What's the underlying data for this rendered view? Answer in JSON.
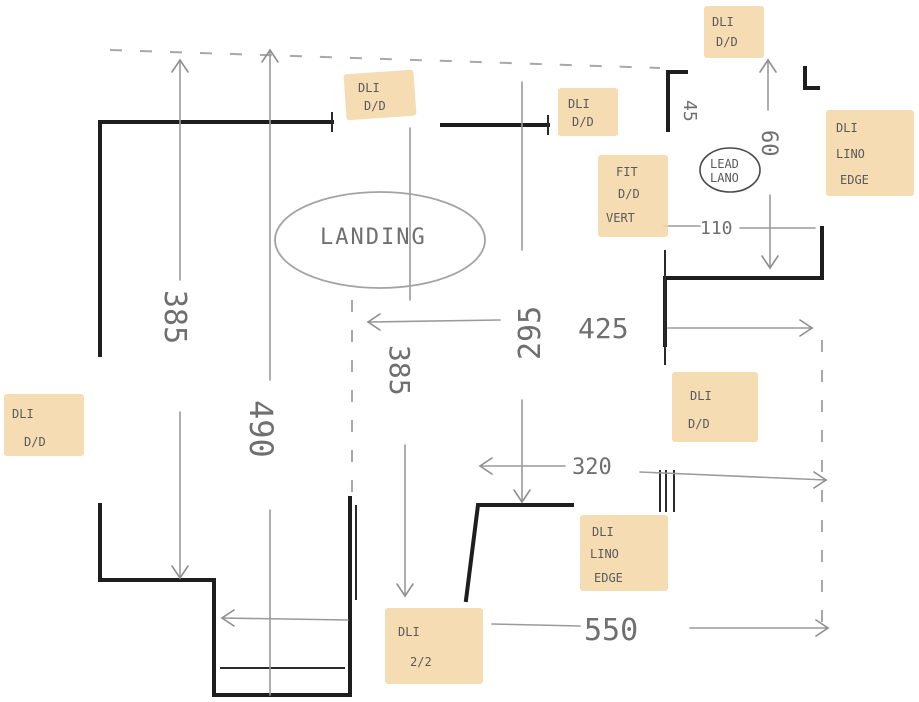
{
  "room_label": "LANDING",
  "dimensions": {
    "d385_left": "385",
    "d490": "490",
    "d385_center": "385",
    "d295": "295",
    "d425": "425",
    "d320": "320",
    "d550": "550",
    "d110": "110",
    "d45": "45",
    "d60": "60"
  },
  "notes": {
    "note_top_center": [
      "DLI",
      "D/D"
    ],
    "note_top_mid": [
      "DLI",
      "D/D"
    ],
    "note_top_right": [
      "DLI",
      "D/D"
    ],
    "note_right_edge": [
      "DLI",
      "LINO",
      "EDGE"
    ],
    "note_fit": [
      "FIT",
      "D/D",
      "VERT"
    ],
    "note_left": [
      "DLI",
      "D/D"
    ],
    "note_mid_right": [
      "DLI",
      "D/D"
    ],
    "note_lower_right": [
      "DLI",
      "LINO",
      "EDGE"
    ],
    "note_bottom": [
      "DLI",
      "2/2"
    ]
  },
  "circle_note": [
    "LEAD",
    "LANO"
  ]
}
